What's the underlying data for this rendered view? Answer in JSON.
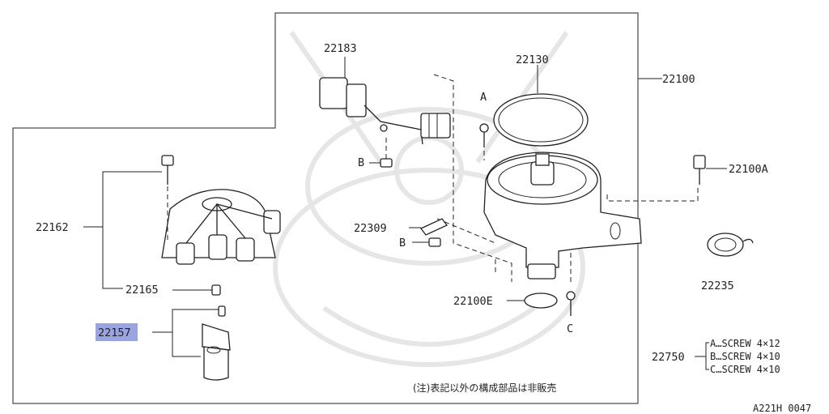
{
  "diagram": {
    "parts": {
      "p22183": "22183",
      "p22130": "22130",
      "p22100": "22100",
      "p22100A": "22100A",
      "p22162": "22162",
      "p22165": "22165",
      "p22157": "22157",
      "p22309": "22309",
      "p22100E": "22100E",
      "p22235": "22235",
      "p22750": "22750"
    },
    "letters": {
      "a": "A",
      "b1": "B",
      "b2": "B",
      "c": "C"
    },
    "screw_legend": [
      "A…SCREW 4×12",
      "B…SCREW 4×10",
      "C…SCREW 4×10"
    ],
    "note": "(注)表記以外の構成部品は非販売",
    "code": "A221H 0047",
    "highlight_color": "#9aa4e0"
  }
}
